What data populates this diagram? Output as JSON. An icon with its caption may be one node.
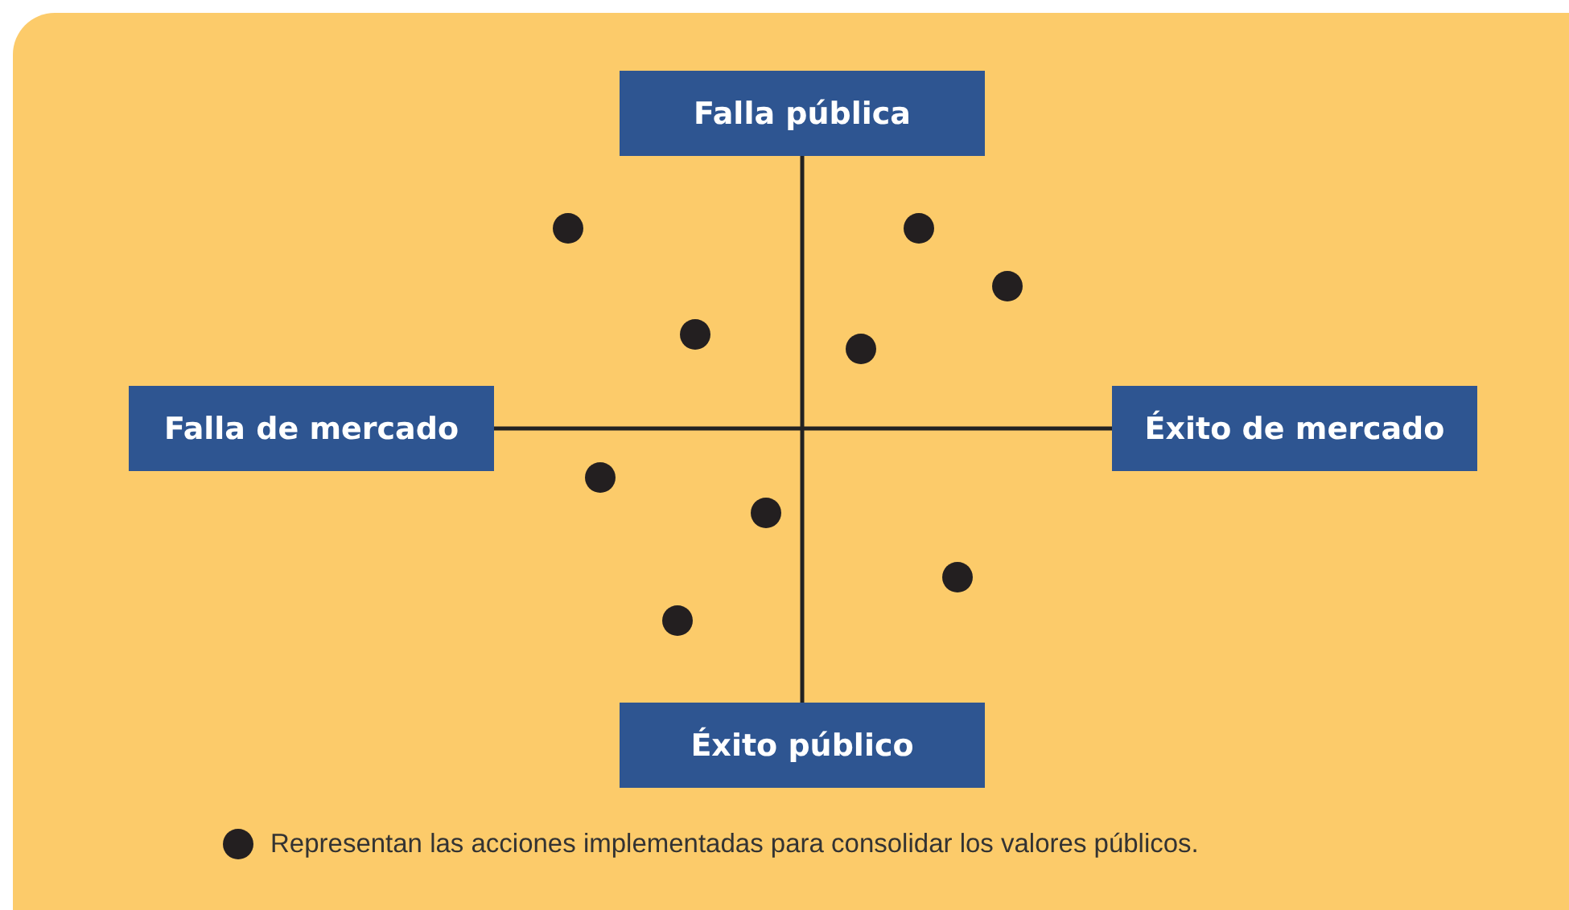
{
  "diagram": {
    "nodes": [
      {
        "text": [
          "Falla pública"
        ]
      },
      {
        "text": [
          "Falla de mercado"
        ]
      },
      {
        "text": [
          "Éxito de mercado"
        ]
      },
      {
        "text": [
          "Éxito público"
        ]
      }
    ],
    "edges": [
      {
        "from": 0,
        "to": 3,
        "arrow": "none"
      },
      {
        "from": 1,
        "to": 2,
        "arrow": "none"
      }
    ],
    "legend": [
      {
        "text": "Representan las acciones implementadas para consolidar los valores públicos."
      }
    ]
  }
}
